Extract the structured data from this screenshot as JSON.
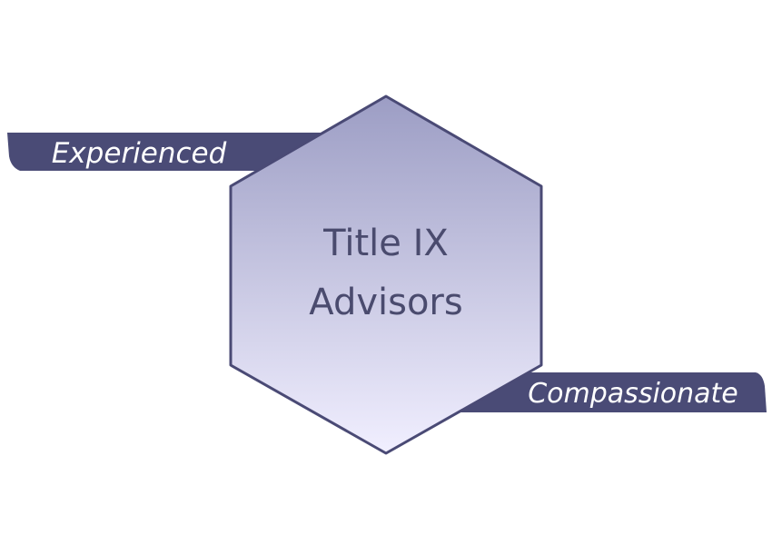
{
  "banners": {
    "left": "Experienced",
    "right": "Compassionate"
  },
  "hexagon": {
    "line1": "Title IX",
    "line2": "Advisors"
  },
  "colors": {
    "banner_fill": "#4a4b76",
    "banner_text": "#ffffff",
    "hex_stroke": "#4a4a75",
    "hex_gradient_top": "#9c9dc4",
    "hex_gradient_bottom": "#f1efff",
    "hex_text": "#4a4b6e"
  }
}
